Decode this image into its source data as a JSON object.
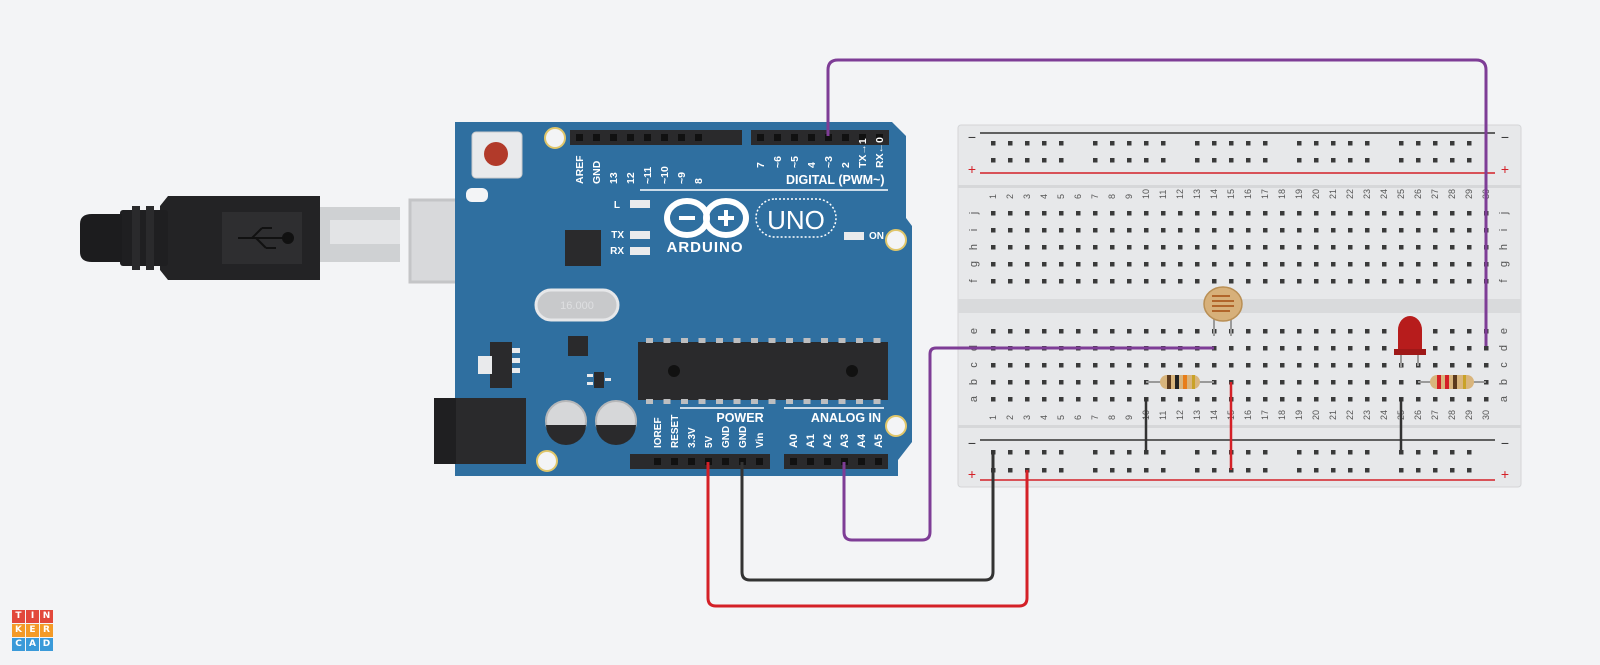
{
  "arduino": {
    "brand": "ARDUINO",
    "model": "UNO",
    "digital_label": "DIGITAL (PWM~)",
    "power_label": "POWER",
    "analog_label": "ANALOG IN",
    "led_labels": [
      "L",
      "TX",
      "RX"
    ],
    "on_label": "ON",
    "crystal": "16.000",
    "digital_pins_left": [
      "AREF",
      "GND",
      "13",
      "12",
      "~11",
      "~10",
      "~9",
      "8"
    ],
    "digital_pins_right": [
      "7",
      "~6",
      "~5",
      "4",
      "~3",
      "2",
      "TX→1",
      "RX←0"
    ],
    "power_pins": [
      "IOREF",
      "RESET",
      "3.3V",
      "5V",
      "GND",
      "GND",
      "Vin"
    ],
    "analog_pins": [
      "A0",
      "A1",
      "A2",
      "A3",
      "A4",
      "A5"
    ]
  },
  "breadboard": {
    "minus_label": "−",
    "plus_label": "+",
    "row_letters_top": [
      "j",
      "i",
      "h",
      "g",
      "f"
    ],
    "row_letters_bottom": [
      "e",
      "d",
      "c",
      "b",
      "a"
    ],
    "columns": [
      "1",
      "2",
      "3",
      "4",
      "5",
      "6",
      "7",
      "8",
      "9",
      "10",
      "11",
      "12",
      "13",
      "14",
      "15",
      "16",
      "17",
      "18",
      "19",
      "20",
      "21",
      "22",
      "23",
      "24",
      "25",
      "26",
      "27",
      "28",
      "29",
      "30"
    ]
  },
  "logo": {
    "letters": [
      "T",
      "I",
      "N",
      "K",
      "E",
      "R",
      "C",
      "A",
      "D"
    ],
    "colors": [
      "#e2483b",
      "#e2483b",
      "#e2483b",
      "#f49a27",
      "#f49a27",
      "#f49a27",
      "#3a9ad9",
      "#3a9ad9",
      "#3a9ad9"
    ]
  },
  "colors": {
    "board": "#2f6fa0",
    "wire_purple": "#7e3d96",
    "wire_red": "#d42027",
    "wire_black": "#333333"
  }
}
